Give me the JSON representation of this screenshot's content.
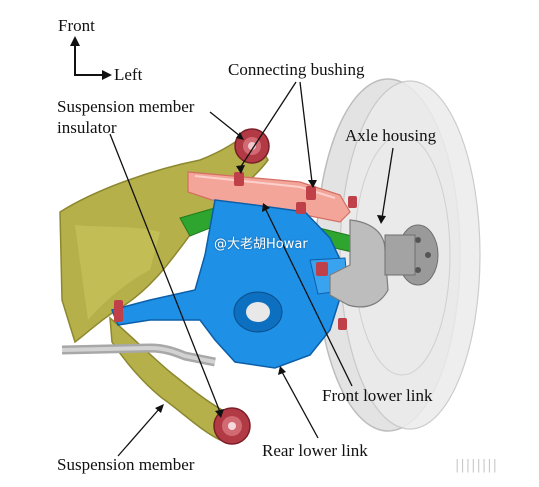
{
  "orientation": {
    "front_label": "Front",
    "left_label": "Left"
  },
  "labels": {
    "connecting_bushing": "Connecting bushing",
    "suspension_member_insulator_line1": "Suspension member",
    "suspension_member_insulator_line2": "insulator",
    "axle_housing": "Axle housing",
    "front_lower_link": "Front lower link",
    "rear_lower_link": "Rear lower link",
    "suspension_member": "Suspension member"
  },
  "watermark": {
    "text": "@大老胡Howar",
    "corner_text": "||||||||"
  },
  "colors": {
    "suspension_member": "#b5b04a",
    "connecting_links": "#f4a59a",
    "lower_link": "#1e90e6",
    "stabilizer_green": "#2ea52e",
    "bushing": "#c0404a",
    "tire": "#d9d9d9",
    "axle": "#8c8c8c"
  }
}
